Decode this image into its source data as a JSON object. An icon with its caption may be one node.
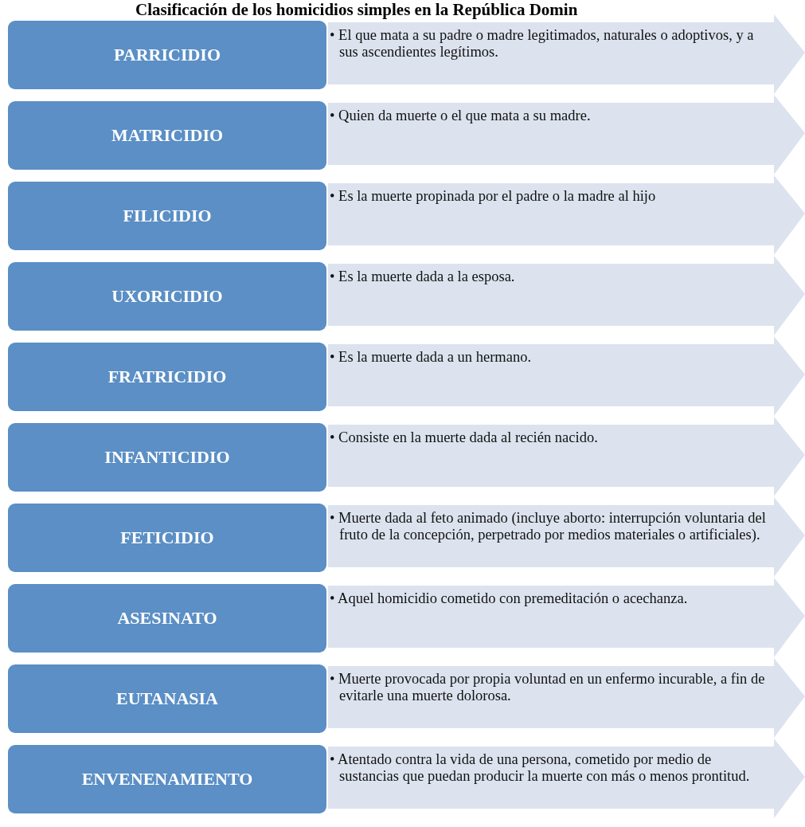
{
  "diagram": {
    "title": "Clasificación de los homicidios simples en la República Domin",
    "nodes": [
      {
        "text": [
          "PARRICIDIO"
        ]
      },
      {
        "text": [
          "• El que mata a su padre o madre legitimados, naturales o adoptivos, y a sus ascendientes legítimos."
        ]
      },
      {
        "text": [
          "MATRICIDIO"
        ]
      },
      {
        "text": [
          "• Quien da muerte o el que mata a su madre."
        ]
      },
      {
        "text": [
          "FILICIDIO"
        ]
      },
      {
        "text": [
          "• Es la muerte propinada por el padre o la madre al hijo"
        ]
      },
      {
        "text": [
          "UXORICIDIO"
        ]
      },
      {
        "text": [
          "• Es la muerte dada a la esposa."
        ]
      },
      {
        "text": [
          "FRATRICIDIO"
        ]
      },
      {
        "text": [
          "• Es la muerte dada a un hermano."
        ]
      },
      {
        "text": [
          "INFANTICIDIO"
        ]
      },
      {
        "text": [
          "• Consiste en la muerte dada al recién nacido."
        ]
      },
      {
        "text": [
          "FETICIDIO"
        ]
      },
      {
        "text": [
          "• Muerte dada al feto animado (incluye aborto: interrupción voluntaria del fruto de la concepción, perpetrado por medios materiales o artificiales)."
        ]
      },
      {
        "text": [
          "ASESINATO"
        ]
      },
      {
        "text": [
          "• Aquel homicidio cometido con premeditación o acechanza."
        ]
      },
      {
        "text": [
          "EUTANASIA"
        ]
      },
      {
        "text": [
          "• Muerte provocada por propia voluntad en un enfermo incurable, a fin de evitarle una muerte dolorosa."
        ]
      },
      {
        "text": [
          "ENVENENAMIENTO"
        ]
      },
      {
        "text": [
          "• Atentado contra la vida de una persona, cometido por medio de sustancias que puedan producir la muerte con más o menos prontitud."
        ]
      }
    ]
  }
}
